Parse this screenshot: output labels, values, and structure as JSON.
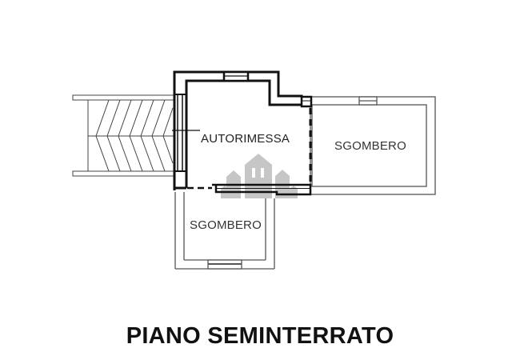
{
  "floor_plan": {
    "title": "PIANO SEMINTERRATO",
    "rooms": [
      {
        "id": "garage",
        "label": "AUTORIMESSA"
      },
      {
        "id": "storage-right",
        "label": "SGOMBERO"
      },
      {
        "id": "storage-bottom",
        "label": "SGOMBERO"
      }
    ],
    "elements": {
      "ramp": "ramp-chevron-icon",
      "watermark": "buildings-watermark-icon"
    },
    "colors": {
      "wall": "#111111",
      "thin_line": "#555555",
      "watermark": "#b8b8b8",
      "background": "#ffffff"
    }
  }
}
